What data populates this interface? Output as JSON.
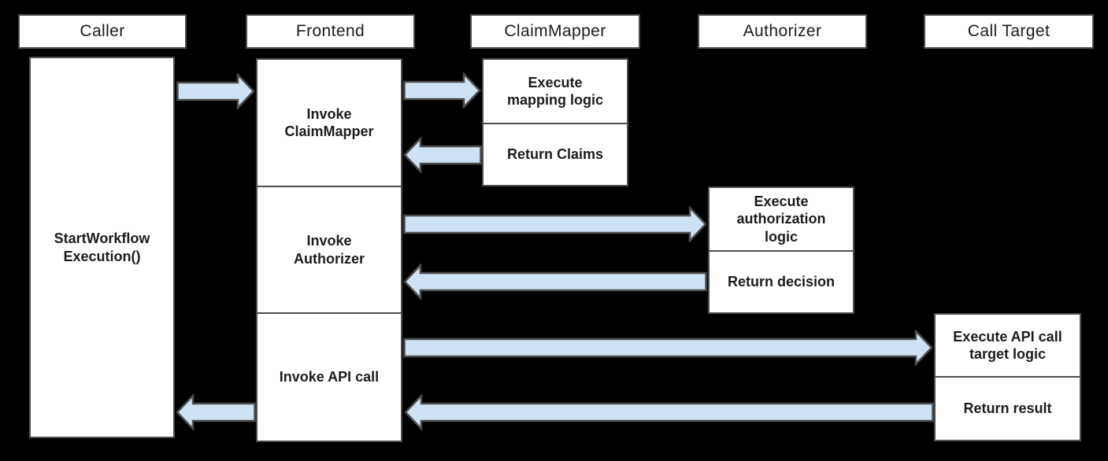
{
  "colors": {
    "background": "#000000",
    "box_fill": "#ffffff",
    "box_stroke": "#4d4d4d",
    "arrow_fill": "#cfe2f3",
    "arrow_stroke": "#4d4d4d",
    "text": "#1c1c1c"
  },
  "lanes": {
    "caller": {
      "label": "Caller"
    },
    "frontend": {
      "label": "Frontend"
    },
    "claimmapper": {
      "label": "ClaimMapper"
    },
    "authorizer": {
      "label": "Authorizer"
    },
    "calltarget": {
      "label": "Call Target"
    }
  },
  "activities": {
    "caller_start": "StartWorkflow\nExecution()",
    "frontend_invoke_claimmapper": "Invoke\nClaimMapper",
    "frontend_invoke_authorizer": "Invoke\nAuthorizer",
    "frontend_invoke_api_call": "Invoke API call",
    "claimmapper_execute": "Execute\nmapping logic",
    "claimmapper_return": "Return Claims",
    "authorizer_execute": "Execute\nauthorization\nlogic",
    "authorizer_return": "Return decision",
    "calltarget_execute": "Execute API call\ntarget logic",
    "calltarget_return": "Return result"
  },
  "arrows": [
    {
      "from": "Caller",
      "to": "Frontend",
      "direction": "right"
    },
    {
      "from": "Frontend",
      "to": "ClaimMapper",
      "direction": "right"
    },
    {
      "from": "ClaimMapper",
      "to": "Frontend",
      "direction": "left"
    },
    {
      "from": "Frontend",
      "to": "Authorizer",
      "direction": "right"
    },
    {
      "from": "Authorizer",
      "to": "Frontend",
      "direction": "left"
    },
    {
      "from": "Frontend",
      "to": "Call Target",
      "direction": "right"
    },
    {
      "from": "Call Target",
      "to": "Frontend",
      "direction": "left"
    },
    {
      "from": "Frontend",
      "to": "Caller",
      "direction": "left"
    }
  ]
}
